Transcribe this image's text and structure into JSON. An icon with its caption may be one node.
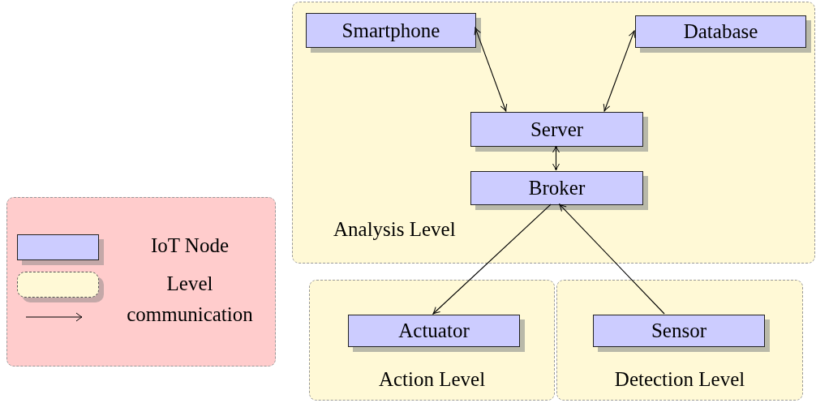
{
  "diagram": {
    "nodes": [
      {
        "text": [
          "Analysis Level"
        ]
      },
      {
        "text": [
          "Smartphone"
        ],
        "in": 0
      },
      {
        "text": [
          "Database"
        ],
        "in": 0
      },
      {
        "text": [
          "Server"
        ],
        "in": 0
      },
      {
        "text": [
          "Broker"
        ],
        "in": 0
      },
      {
        "text": [
          "Action Level"
        ]
      },
      {
        "text": [
          "Actuator"
        ],
        "in": 5
      },
      {
        "text": [
          "Detection Level"
        ]
      },
      {
        "text": [
          "Sensor"
        ],
        "in": 7
      }
    ],
    "edges": [
      {
        "from": 1,
        "to": 3,
        "arrow": "both"
      },
      {
        "from": 2,
        "to": 3,
        "arrow": "both"
      },
      {
        "from": 3,
        "to": 4,
        "arrow": "both"
      },
      {
        "from": 4,
        "to": 6,
        "arrow": "to"
      },
      {
        "from": 8,
        "to": 4,
        "arrow": "to"
      }
    ],
    "legend": [
      {
        "text": "IoT Node",
        "color": "#ccccff"
      },
      {
        "text": "Level",
        "color": "#fff9d6"
      },
      {
        "text": "communication"
      }
    ]
  }
}
